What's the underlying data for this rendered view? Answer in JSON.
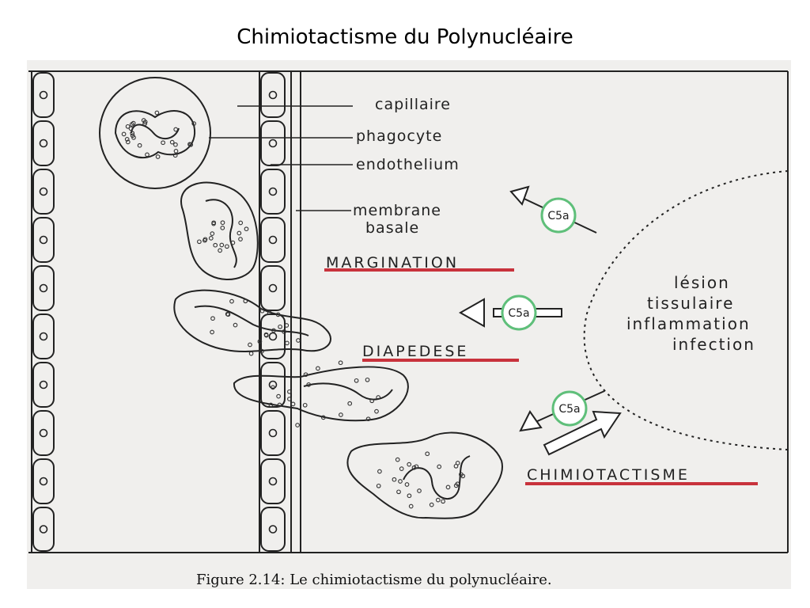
{
  "slide": {
    "title": "Chimiotactisme du Polynucléaire"
  },
  "figure": {
    "labels": {
      "capillaire": "capillaire",
      "phagocyte": "phagocyte",
      "endothelium": "endothelium",
      "membrane_line1": "membrane",
      "membrane_line2": "basale"
    },
    "stages": {
      "margination": "MARGINATION",
      "diapedese": "DIAPEDESE",
      "chimiotactisme": "CHIMIOTACTISME"
    },
    "lesion": [
      "lésion",
      "tissulaire",
      "inflammation",
      "infection"
    ],
    "c5a_label": "C5a",
    "caption": "Figure 2.14: Le chimiotactisme du polynucléaire."
  },
  "colors": {
    "underline": "#c8323c",
    "c5a_ring": "#5fbf7a",
    "ink": "#222222",
    "figure_bg": "#f0efed"
  }
}
